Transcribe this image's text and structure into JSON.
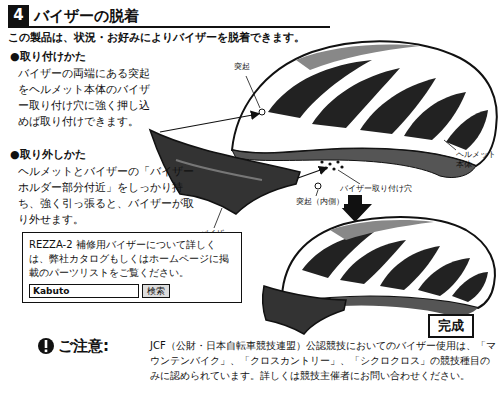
{
  "diagram": {
    "title": "バイザーの脱着",
    "nodes": [
      {
        "text": [
          "4"
        ]
      },
      {
        "text": [
          "REZZA-2 補修用バイザーについて詳しくは、弊社カタログもしくはホームページに掲載のパーツリストをご覧ください。"
        ]
      },
      {
        "text": [
          "Kabuto"
        ],
        "in": 1
      },
      {
        "text": [
          "検索"
        ],
        "in": 1
      },
      {
        "text": [
          "完成"
        ]
      }
    ],
    "labels": [
      "この製品は、状況・お好みによりバイザーを脱着できます。",
      "●取り付けかた",
      "バイザーの両端にある突起をヘルメット本体のバイザー取り付け穴に強く押し込めば取り付けできます。",
      "●取り外しかた",
      "ヘルメットとバイザーの「バイザーホルダー部分付近」をしっかり持ち、強く引っ張ると、バイザーが取り外せます。",
      "突起",
      "ヘルメット本体",
      "バイザー取り付け穴",
      "突起（内側）",
      "バイザー",
      "ご注意:",
      "JCF（公財・日本自転車競技連盟）公認競技においてのバイザー使用は、「マウンテンバイク」、「クロスカントリー」、「シクロクロス」の競技種目のみに認められています。詳しくは競技主催者にお問い合わせください。"
    ]
  }
}
